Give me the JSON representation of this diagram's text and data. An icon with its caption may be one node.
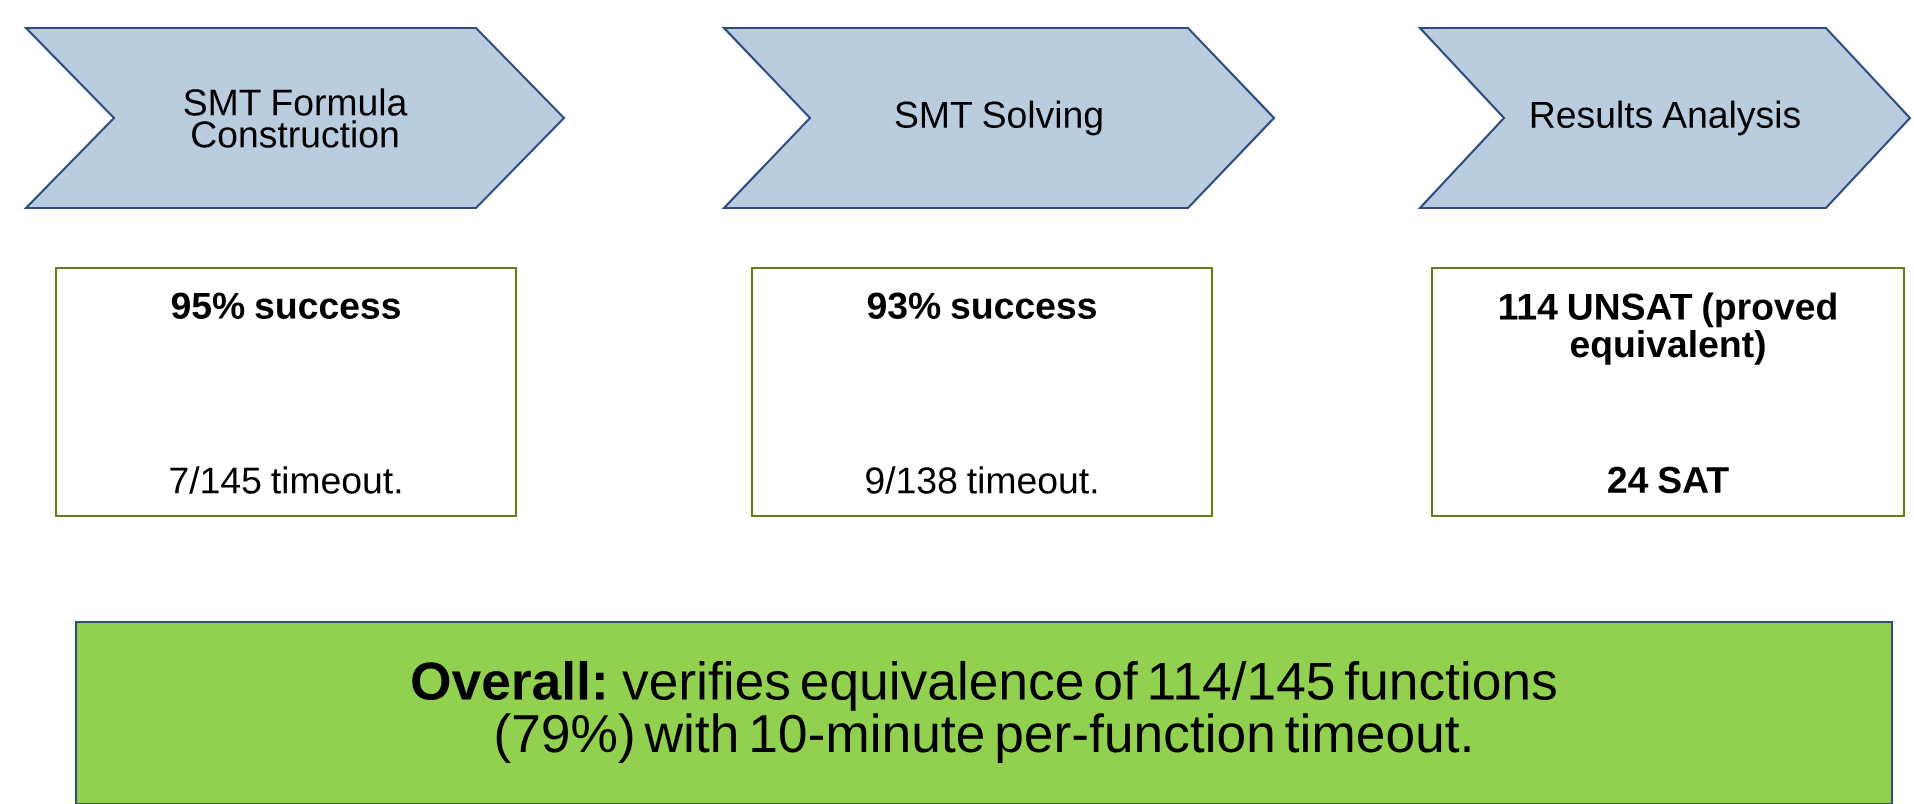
{
  "diagram": {
    "nodes": [
      {
        "text": [
          "SMT Formula Construction"
        ]
      },
      {
        "text": [
          "SMT Solving"
        ]
      },
      {
        "text": [
          "Results Analysis"
        ]
      },
      {
        "text": [
          "95% success",
          "7/145 timeout."
        ]
      },
      {
        "text": [
          "93% success",
          "9/138 timeout."
        ]
      },
      {
        "text": [
          "114 UNSAT (proved equivalent)",
          "24 SAT"
        ]
      },
      {
        "text": [
          "**Overall:** verifies equivalence of 114/145 functions (79%) with 10-minute per-function timeout."
        ]
      }
    ]
  }
}
